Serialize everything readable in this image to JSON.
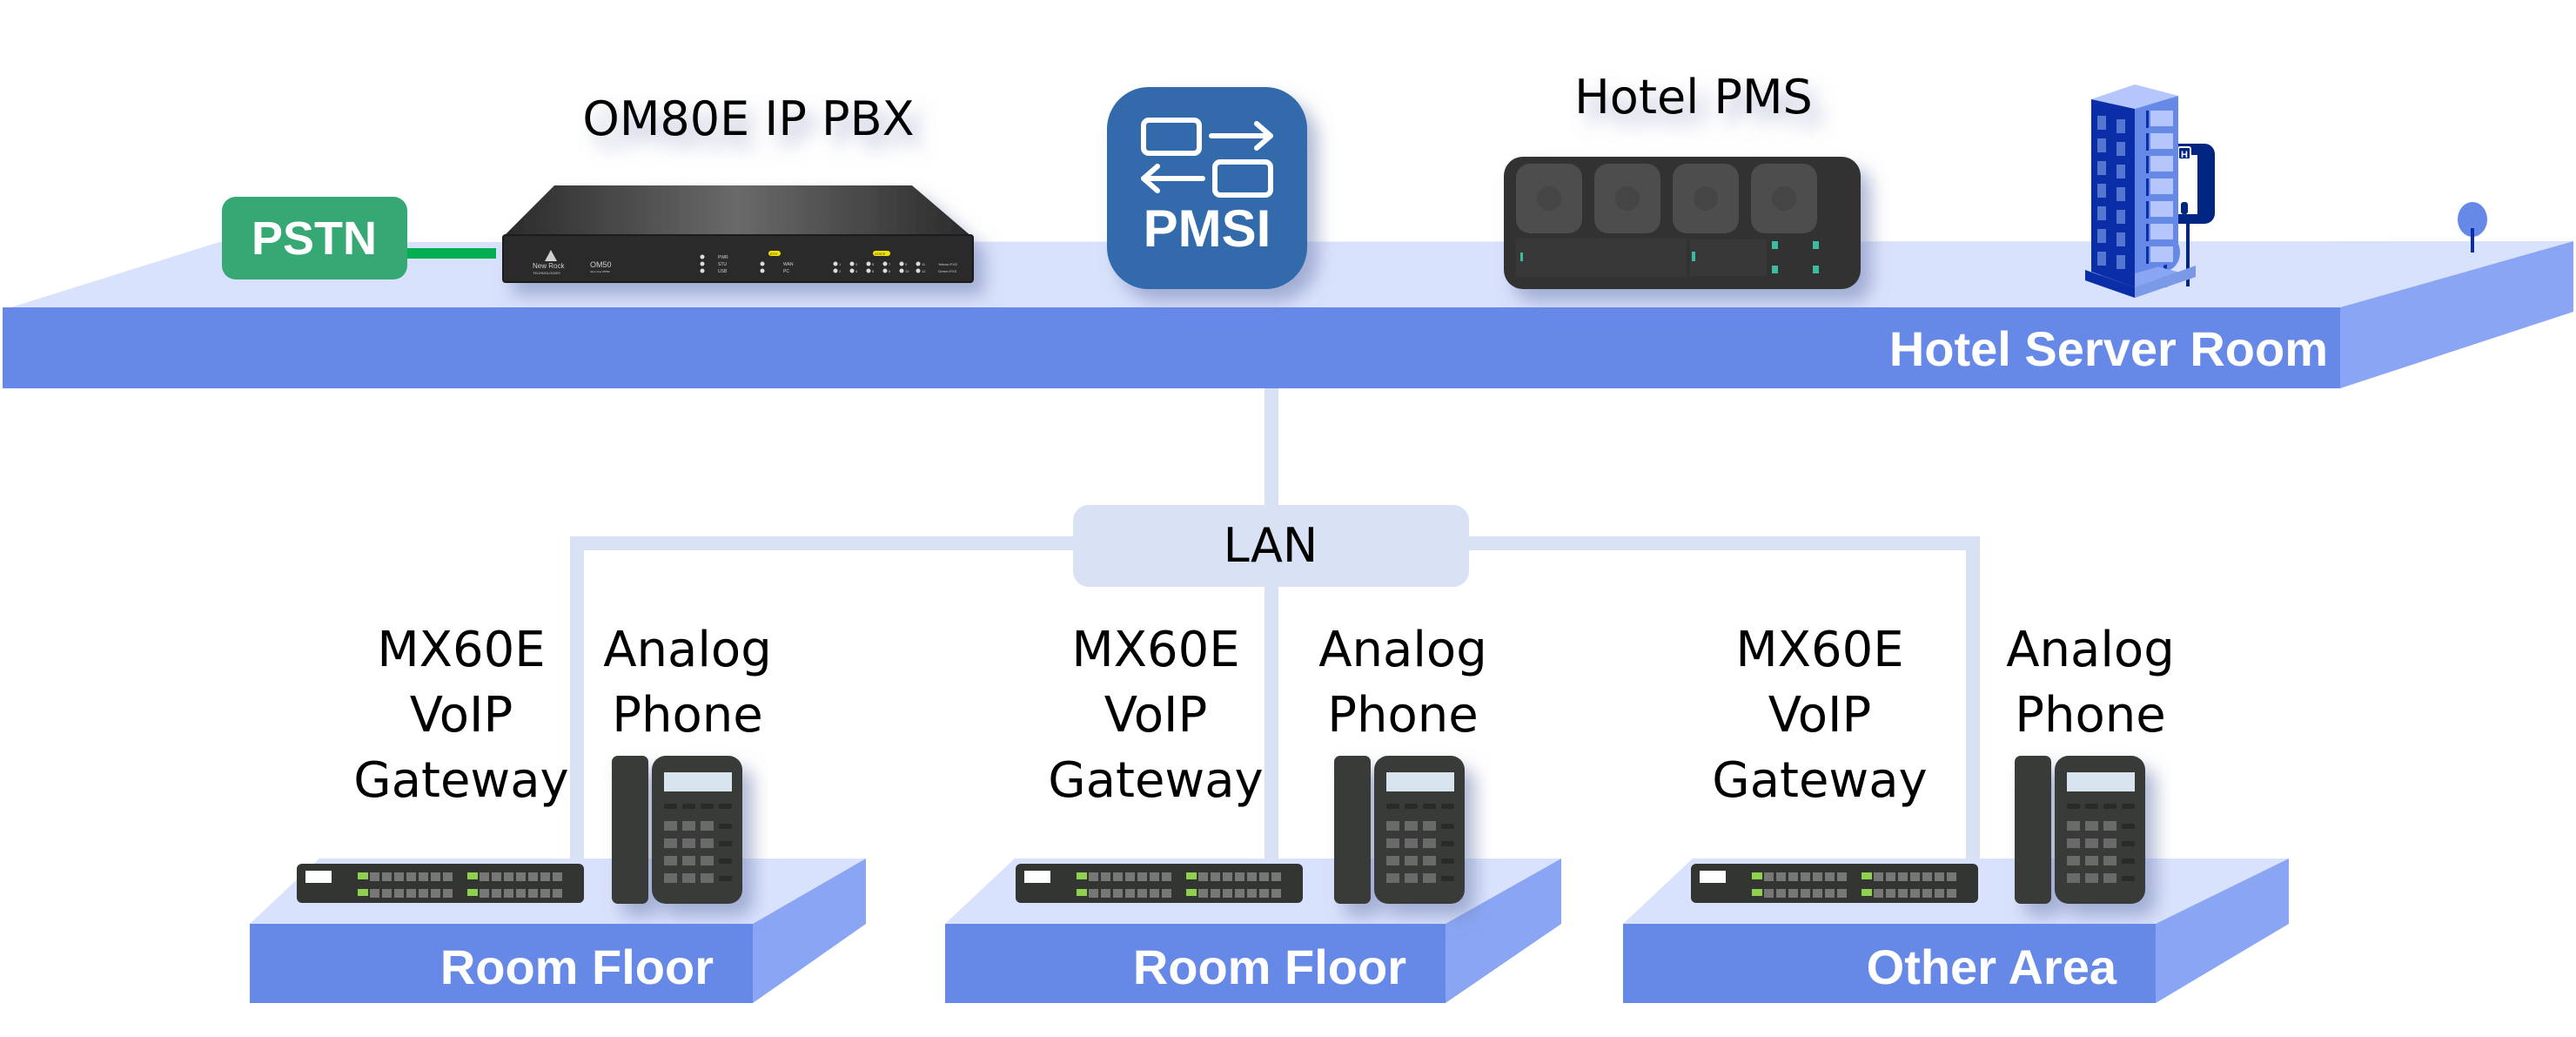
{
  "diagram": {
    "colors": {
      "platform_front": "#6689e8",
      "platform_top": "#d9e2fc",
      "platform_side": "#8aa5f4",
      "lan_line": "#d9e2f4",
      "pstn_green": "#35a874",
      "pstn_link": "#00b050",
      "pmsi_blue": "#306aac",
      "device_dark": "#333333",
      "building_dark": "#0a2ea8",
      "building_light": "#6689e8",
      "hotel_sign": "#012682"
    },
    "server_room": {
      "label": "Hotel Server Room",
      "pstn_label": "PSTN",
      "pbx": {
        "title": "OM80E IP PBX",
        "brand": "New Rock",
        "brand_sub": "TECHNOLOGIES",
        "model": "OM50",
        "model_sub": "All-in-One IPPBX",
        "leds_left": [
          "PWR",
          "STU",
          "USB"
        ],
        "eth_group": "ETH",
        "eth_leds": [
          "WAN",
          "PC"
        ],
        "voice_group": "VOICE",
        "voice_row1": [
          "1",
          "3",
          "5",
          "7",
          "9",
          "11"
        ],
        "voice_row2": [
          "2",
          "4",
          "6",
          "8",
          "10",
          "12"
        ],
        "legend_fxo": "Yellow=FXO",
        "legend_fxs": "Green=FXS"
      },
      "pmsi_label": "PMSI",
      "pms_title": "Hotel PMS",
      "hotel_sign_letter": "H"
    },
    "lan": {
      "label": "LAN"
    },
    "areas": [
      {
        "label": "Room Floor",
        "gateway_lines": [
          "MX60E",
          "VoIP",
          "Gateway"
        ],
        "phone_lines": [
          "Analog",
          "Phone"
        ]
      },
      {
        "label": "Room Floor",
        "gateway_lines": [
          "MX60E",
          "VoIP",
          "Gateway"
        ],
        "phone_lines": [
          "Analog",
          "Phone"
        ]
      },
      {
        "label": "Other Area",
        "gateway_lines": [
          "MX60E",
          "VoIP",
          "Gateway"
        ],
        "phone_lines": [
          "Analog",
          "Phone"
        ]
      }
    ]
  }
}
